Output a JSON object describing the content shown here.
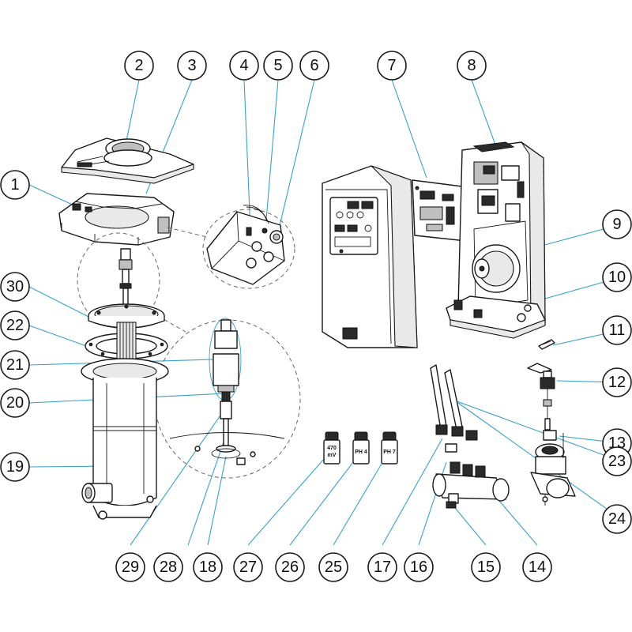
{
  "callouts": [
    {
      "id": "c1",
      "label": "1"
    },
    {
      "id": "c2",
      "label": "2"
    },
    {
      "id": "c3",
      "label": "3"
    },
    {
      "id": "c4",
      "label": "4"
    },
    {
      "id": "c5",
      "label": "5"
    },
    {
      "id": "c6",
      "label": "6"
    },
    {
      "id": "c7",
      "label": "7"
    },
    {
      "id": "c8",
      "label": "8"
    },
    {
      "id": "c9",
      "label": "9"
    },
    {
      "id": "c10",
      "label": "10"
    },
    {
      "id": "c11",
      "label": "11"
    },
    {
      "id": "c12",
      "label": "12"
    },
    {
      "id": "c13",
      "label": "13"
    },
    {
      "id": "c14",
      "label": "14"
    },
    {
      "id": "c15",
      "label": "15"
    },
    {
      "id": "c16",
      "label": "16"
    },
    {
      "id": "c17",
      "label": "17"
    },
    {
      "id": "c18",
      "label": "18"
    },
    {
      "id": "c19",
      "label": "19"
    },
    {
      "id": "c20",
      "label": "20"
    },
    {
      "id": "c21",
      "label": "21"
    },
    {
      "id": "c22",
      "label": "22"
    },
    {
      "id": "c23",
      "label": "23"
    },
    {
      "id": "c24",
      "label": "24"
    },
    {
      "id": "c25",
      "label": "25"
    },
    {
      "id": "c26",
      "label": "26"
    },
    {
      "id": "c27",
      "label": "27"
    },
    {
      "id": "c28",
      "label": "28"
    },
    {
      "id": "c29",
      "label": "29"
    },
    {
      "id": "c30",
      "label": "30"
    }
  ],
  "bottles": {
    "orp_470": {
      "line1": "470",
      "line2": "mV"
    },
    "ph4": {
      "line1": "PH 4"
    },
    "ph7": {
      "line1": "PH 7"
    }
  }
}
